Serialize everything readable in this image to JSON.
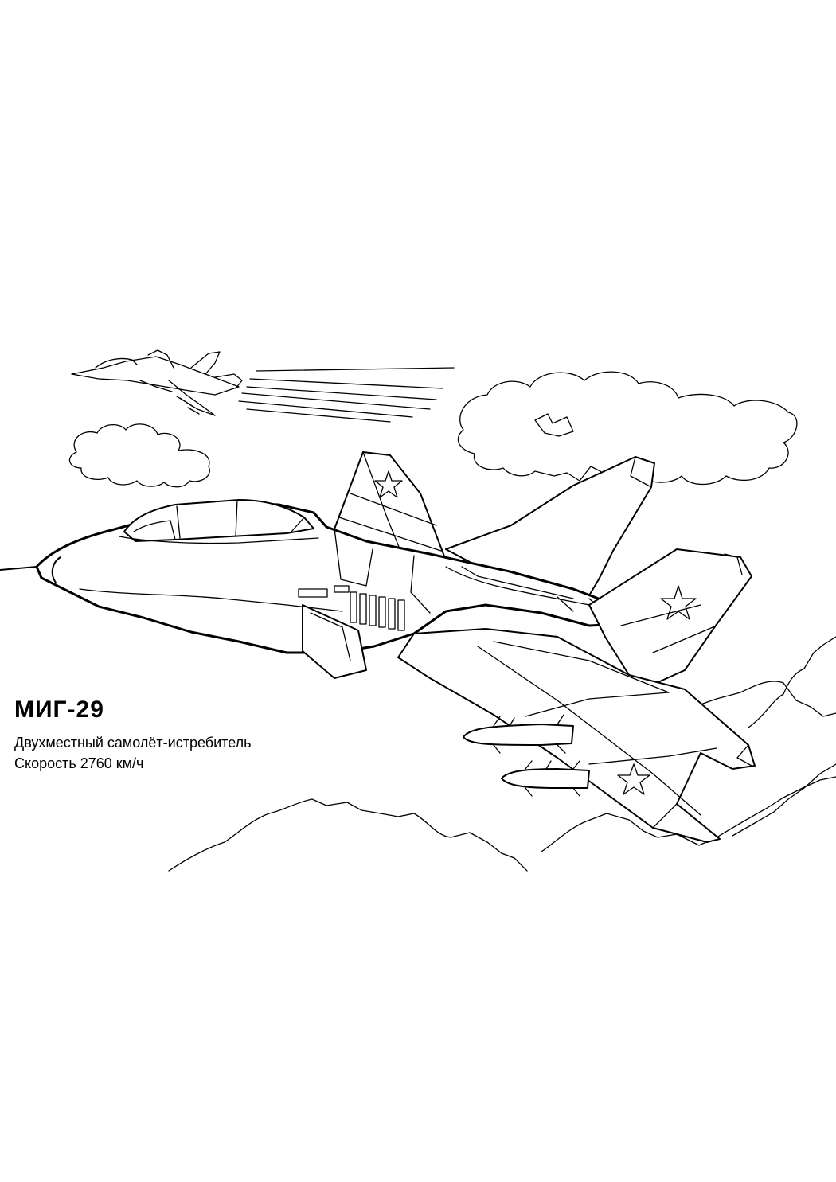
{
  "caption": {
    "title": "МИГ-29",
    "description": "Двухместный самолёт-истребитель",
    "speed": "Скорость 2760 км/ч"
  },
  "illustration": {
    "subject": "fighter-jet-coloring-page",
    "line_color": "#000000",
    "background_color": "#ffffff"
  }
}
